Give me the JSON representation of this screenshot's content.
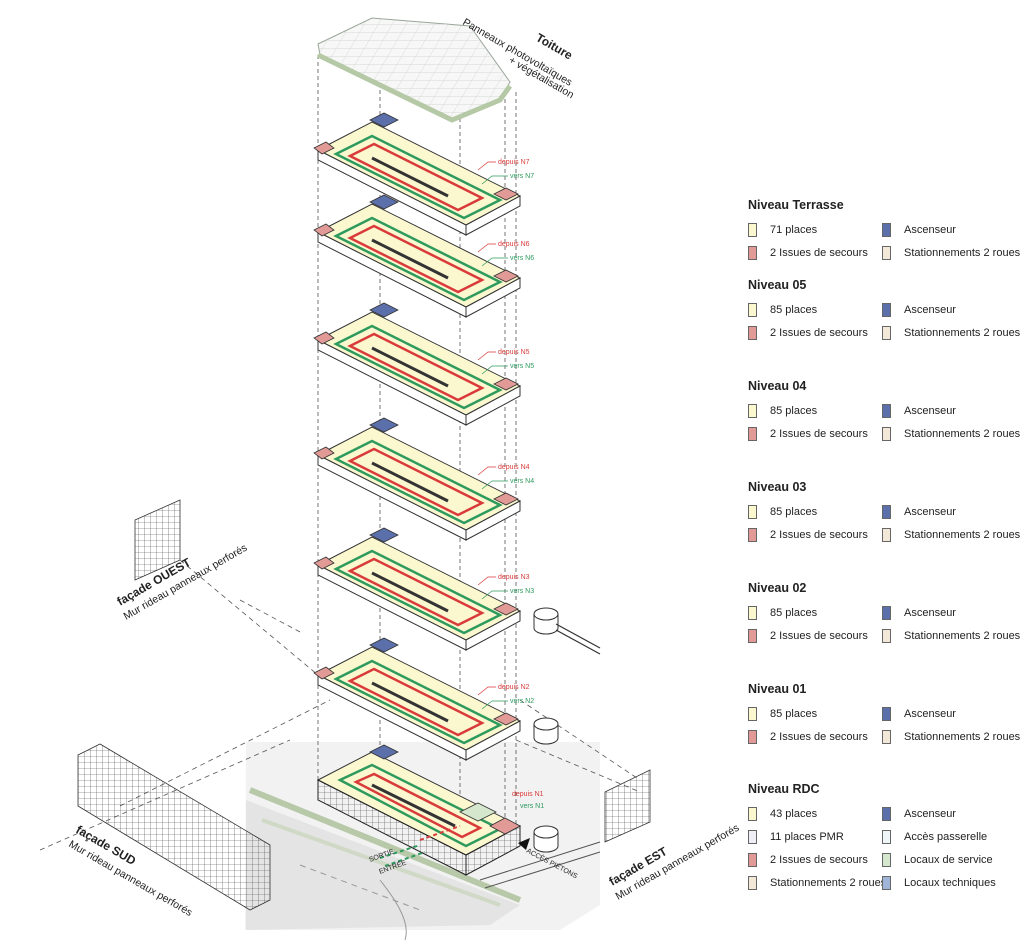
{
  "colors": {
    "places": "#fbf8cf",
    "secours": "#e29a97",
    "ascenseur": "#5b6fab",
    "deux_roues": "#f3e7d7",
    "pmr": "#eeeef4",
    "passerelle": "#eef6f7",
    "service": "#d5e8cd",
    "techniques": "#9fb4d6",
    "ramp_up": "#d93a3a",
    "ramp_down": "#2e9a5e"
  },
  "drawing": {
    "roof": {
      "title": "Toiture",
      "subtitle1": "Panneaux photovoltaïques",
      "subtitle2": "+ végétalisation"
    },
    "floors": [
      {
        "depuis": "depuis N7",
        "vers": "vers N7"
      },
      {
        "depuis": "depuis N6",
        "vers": "vers N6"
      },
      {
        "depuis": "depuis N5",
        "vers": "vers N5"
      },
      {
        "depuis": "depuis N4",
        "vers": "vers N4"
      },
      {
        "depuis": "depuis N3",
        "vers": "vers N3"
      },
      {
        "depuis": "depuis N2",
        "vers": "vers N2"
      },
      {
        "depuis": "depuis N1",
        "vers": "vers N1"
      }
    ],
    "facade_ouest": {
      "title": "façade OUEST",
      "subtitle": "Mur rideau panneaux perforés"
    },
    "facade_sud": {
      "title": "façade SUD",
      "subtitle": "Mur rideau panneaux perforés"
    },
    "facade_est": {
      "title": "façade EST",
      "subtitle": "Mur rideau panneaux perforés"
    },
    "ground": {
      "sortie": "SORTIE",
      "entree": "ENTRÉE",
      "acces": "ACCÈS PIÉTONS"
    }
  },
  "legend": [
    {
      "title": "Niveau Terrasse",
      "items": [
        {
          "label": "71 places",
          "color": "places"
        },
        {
          "label": "Ascenseur",
          "color": "ascenseur"
        },
        {
          "label": "2 Issues de secours",
          "color": "secours"
        },
        {
          "label": "Stationnements 2 roues",
          "color": "deux_roues"
        }
      ]
    },
    {
      "title": "Niveau 05",
      "items": [
        {
          "label": "85 places",
          "color": "places"
        },
        {
          "label": "Ascenseur",
          "color": "ascenseur"
        },
        {
          "label": "2 Issues de secours",
          "color": "secours"
        },
        {
          "label": "Stationnements 2 roues",
          "color": "deux_roues"
        }
      ]
    },
    {
      "title": "Niveau 04",
      "items": [
        {
          "label": "85 places",
          "color": "places"
        },
        {
          "label": "Ascenseur",
          "color": "ascenseur"
        },
        {
          "label": "2 Issues de secours",
          "color": "secours"
        },
        {
          "label": "Stationnements 2 roues",
          "color": "deux_roues"
        }
      ]
    },
    {
      "title": "Niveau 03",
      "items": [
        {
          "label": "85 places",
          "color": "places"
        },
        {
          "label": "Ascenseur",
          "color": "ascenseur"
        },
        {
          "label": "2 Issues de secours",
          "color": "secours"
        },
        {
          "label": "Stationnements 2 roues",
          "color": "deux_roues"
        }
      ]
    },
    {
      "title": "Niveau 02",
      "items": [
        {
          "label": "85 places",
          "color": "places"
        },
        {
          "label": "Ascenseur",
          "color": "ascenseur"
        },
        {
          "label": "2 Issues de secours",
          "color": "secours"
        },
        {
          "label": "Stationnements 2 roues",
          "color": "deux_roues"
        }
      ]
    },
    {
      "title": "Niveau 01",
      "items": [
        {
          "label": "85 places",
          "color": "places"
        },
        {
          "label": "Ascenseur",
          "color": "ascenseur"
        },
        {
          "label": "2 Issues de secours",
          "color": "secours"
        },
        {
          "label": "Stationnements 2 roues",
          "color": "deux_roues"
        }
      ]
    },
    {
      "title": "Niveau RDC",
      "items": [
        {
          "label": "43 places",
          "color": "places"
        },
        {
          "label": "Ascenseur",
          "color": "ascenseur"
        },
        {
          "label": "11 places PMR",
          "color": "pmr"
        },
        {
          "label": "Accès passerelle",
          "color": "passerelle"
        },
        {
          "label": "2 Issues de secours",
          "color": "secours"
        },
        {
          "label": "Locaux de service",
          "color": "service"
        },
        {
          "label": "Stationnements 2 roues",
          "color": "deux_roues"
        },
        {
          "label": "Locaux techniques",
          "color": "techniques"
        }
      ]
    }
  ]
}
